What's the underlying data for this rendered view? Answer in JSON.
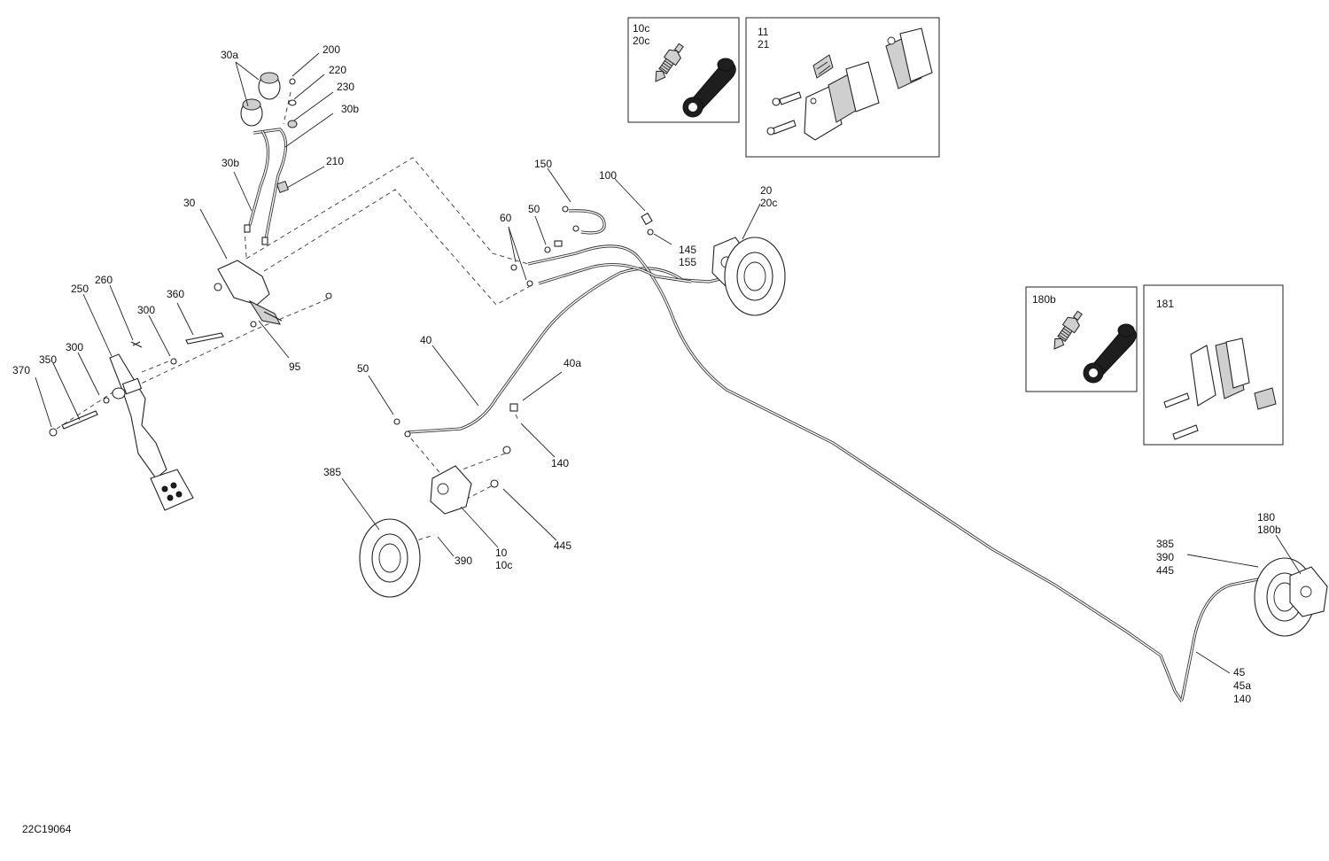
{
  "diagram": {
    "code": "22C19064",
    "labels": {
      "l_30a": "30a",
      "l_200": "200",
      "l_220": "220",
      "l_230": "230",
      "l_30b_top": "30b",
      "l_210": "210",
      "l_30b_left": "30b",
      "l_30": "30",
      "l_250": "250",
      "l_260": "260",
      "l_360": "360",
      "l_300_a": "300",
      "l_300_b": "300",
      "l_350": "350",
      "l_370": "370",
      "l_95": "95",
      "l_40": "40",
      "l_50_a": "50",
      "l_40a": "40a",
      "l_140_a": "140",
      "l_385_a": "385",
      "l_390_a": "390",
      "l_10": "10",
      "l_10c": "10c",
      "l_445_a": "445",
      "l_60": "60",
      "l_50_b": "50",
      "l_150": "150",
      "l_100": "100",
      "l_145": "145",
      "l_155": "155",
      "l_20": "20",
      "l_20c": "20c",
      "l_385_b": "385",
      "l_390_b": "390",
      "l_445_b": "445",
      "l_180": "180",
      "l_180b": "180b",
      "l_45": "45",
      "l_45a": "45a",
      "l_140_b": "140"
    },
    "insets": {
      "bleeder_front": {
        "line1": "10c",
        "line2": "20c"
      },
      "pads_front": {
        "line1": "11",
        "line2": "21"
      },
      "bleeder_rear": {
        "line1": "180b"
      },
      "pads_rear": {
        "line1": "181"
      }
    }
  }
}
